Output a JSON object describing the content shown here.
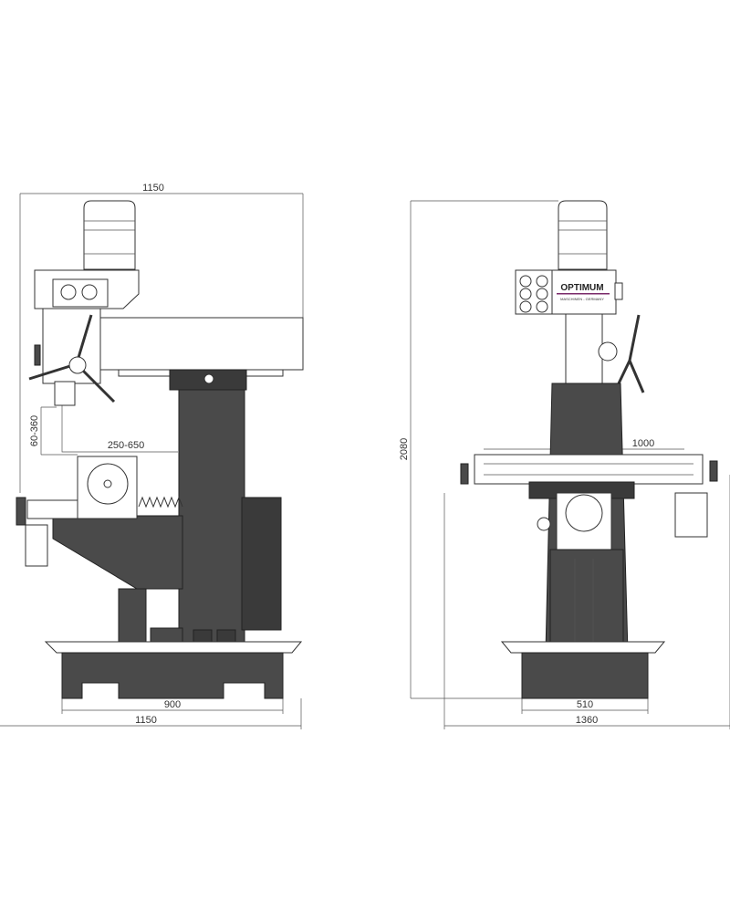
{
  "title": "Milling machine dimension drawing",
  "side_view": {
    "dim_top_width": "1150",
    "dim_spindle_table": "60-360",
    "dim_spindle_column": "250-650",
    "dim_base_width": "900",
    "dim_total_width": "1150"
  },
  "front_view": {
    "dim_height": "2080",
    "dim_table_length": "1000",
    "dim_base_width": "510",
    "dim_total_width": "1360",
    "logo_brand": "OPTIMUM",
    "logo_sub": "MASCHINEN - GERMANY"
  },
  "colors": {
    "body": "#4a4a4a",
    "line": "#333333",
    "logo_accent": "#7a2a6a"
  }
}
